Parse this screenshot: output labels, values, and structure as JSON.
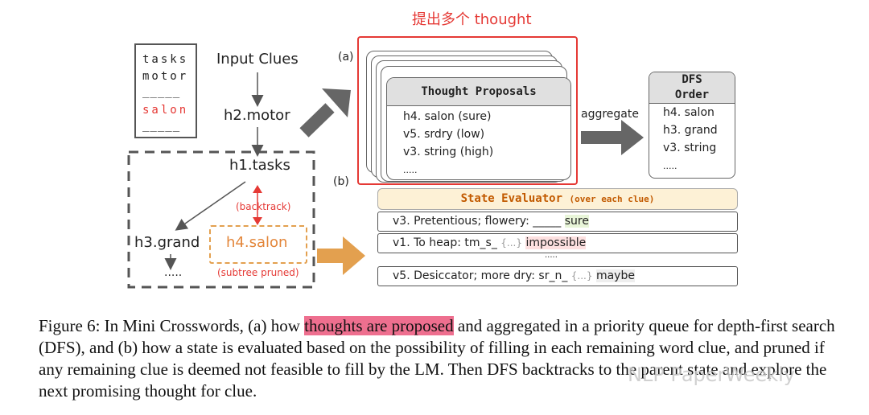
{
  "title_cn": "提出多个 thought",
  "word_box": {
    "lines": [
      "tasks",
      "motor",
      "_____",
      "salon",
      "_____"
    ]
  },
  "labels": {
    "input_clues": "Input Clues",
    "h2": "h2.motor",
    "h1": "h1.tasks",
    "h3": "h3.grand",
    "h4": "h4.salon",
    "dots_left": ".....",
    "backtrack": "(backtrack)",
    "subtree": "(subtree pruned)",
    "a": "(a)",
    "b": "(b)",
    "aggregate": "aggregate"
  },
  "proposals": {
    "header": "Thought Proposals",
    "items": [
      "h4. salon (sure)",
      "v5. srdry (low)",
      "v3. string (high)",
      "....."
    ]
  },
  "dfs": {
    "header_line1": "DFS",
    "header_line2": "Order",
    "items": [
      "h4. salon",
      "h3. grand",
      "v3. string",
      "....."
    ]
  },
  "evaluator": {
    "header": "State Evaluator",
    "header_sub": "(over each clue)",
    "rows": [
      {
        "text": "v3. Pretentious; flowery: _____ ",
        "result": "sure"
      },
      {
        "text": "v1. To heap: tm_s_ ",
        "ellipsis": "{...}",
        "result": "impossible"
      },
      {
        "text": "v5. Desiccator; more dry: sr_n_ ",
        "ellipsis": "{...}",
        "result": "maybe"
      }
    ],
    "dots": "....."
  },
  "caption": {
    "prefix": "Figure 6: In Mini Crosswords, (a) how ",
    "highlight": "thoughts are proposed",
    "rest": " and aggregated in a priority queue for depth-first search (DFS), and (b) how a state is evaluated based on the possibility of filling in each remaining word clue, and pruned if any remaining clue is deemed not feasible to fill by the LM. Then DFS backtracks to the parent state and explore the next promising thought for clue."
  },
  "watermark": "NLP PaperWeekly",
  "colors": {
    "red": "#e53935",
    "orange": "#e3a04f",
    "gray_arrow": "#666666",
    "highlight": "#ee6f8f",
    "eval_header": "#fdf1d6"
  }
}
